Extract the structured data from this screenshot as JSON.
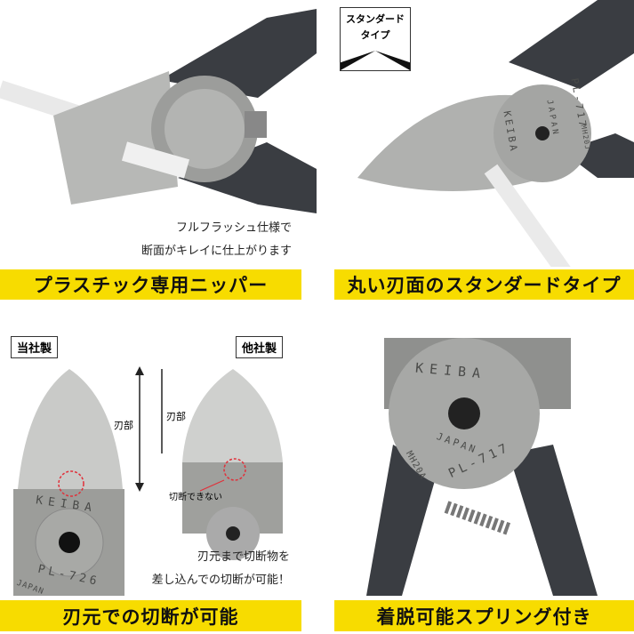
{
  "panels": [
    {
      "caption": "プラスチック専用ニッパー",
      "note_lines": [
        "フルフラッシュ仕様で",
        "断面がキレイに仕上がります"
      ]
    },
    {
      "caption": "丸い刃面のスタンダードタイプ",
      "badge_lines": [
        "スタンダード",
        "タイプ"
      ],
      "engraving": [
        "KEIBA",
        "JAPAN",
        "PL-717",
        "MH20J"
      ]
    },
    {
      "caption": "刃元での切断が可能",
      "label_ours": "当社製",
      "label_others": "他社製",
      "blade_label": "刃部",
      "blade_label_other": "刃部",
      "cannot_cut": "切断できない",
      "note_lines": [
        "刃元まで切断物を",
        "差し込んでの切断が可能！"
      ],
      "engraving": [
        "KEIBA",
        "PL-726",
        "JAPAN"
      ]
    },
    {
      "caption": "着脱可能スプリング付き",
      "engraving": [
        "KEIBA",
        "JAPAN",
        "PL-717",
        "MH20A"
      ]
    }
  ],
  "colors": {
    "caption_bg": "#f7dc00",
    "handle": "#3a3d42",
    "metal": "#a9aaa8",
    "highlight_circle": "#e0303a"
  }
}
